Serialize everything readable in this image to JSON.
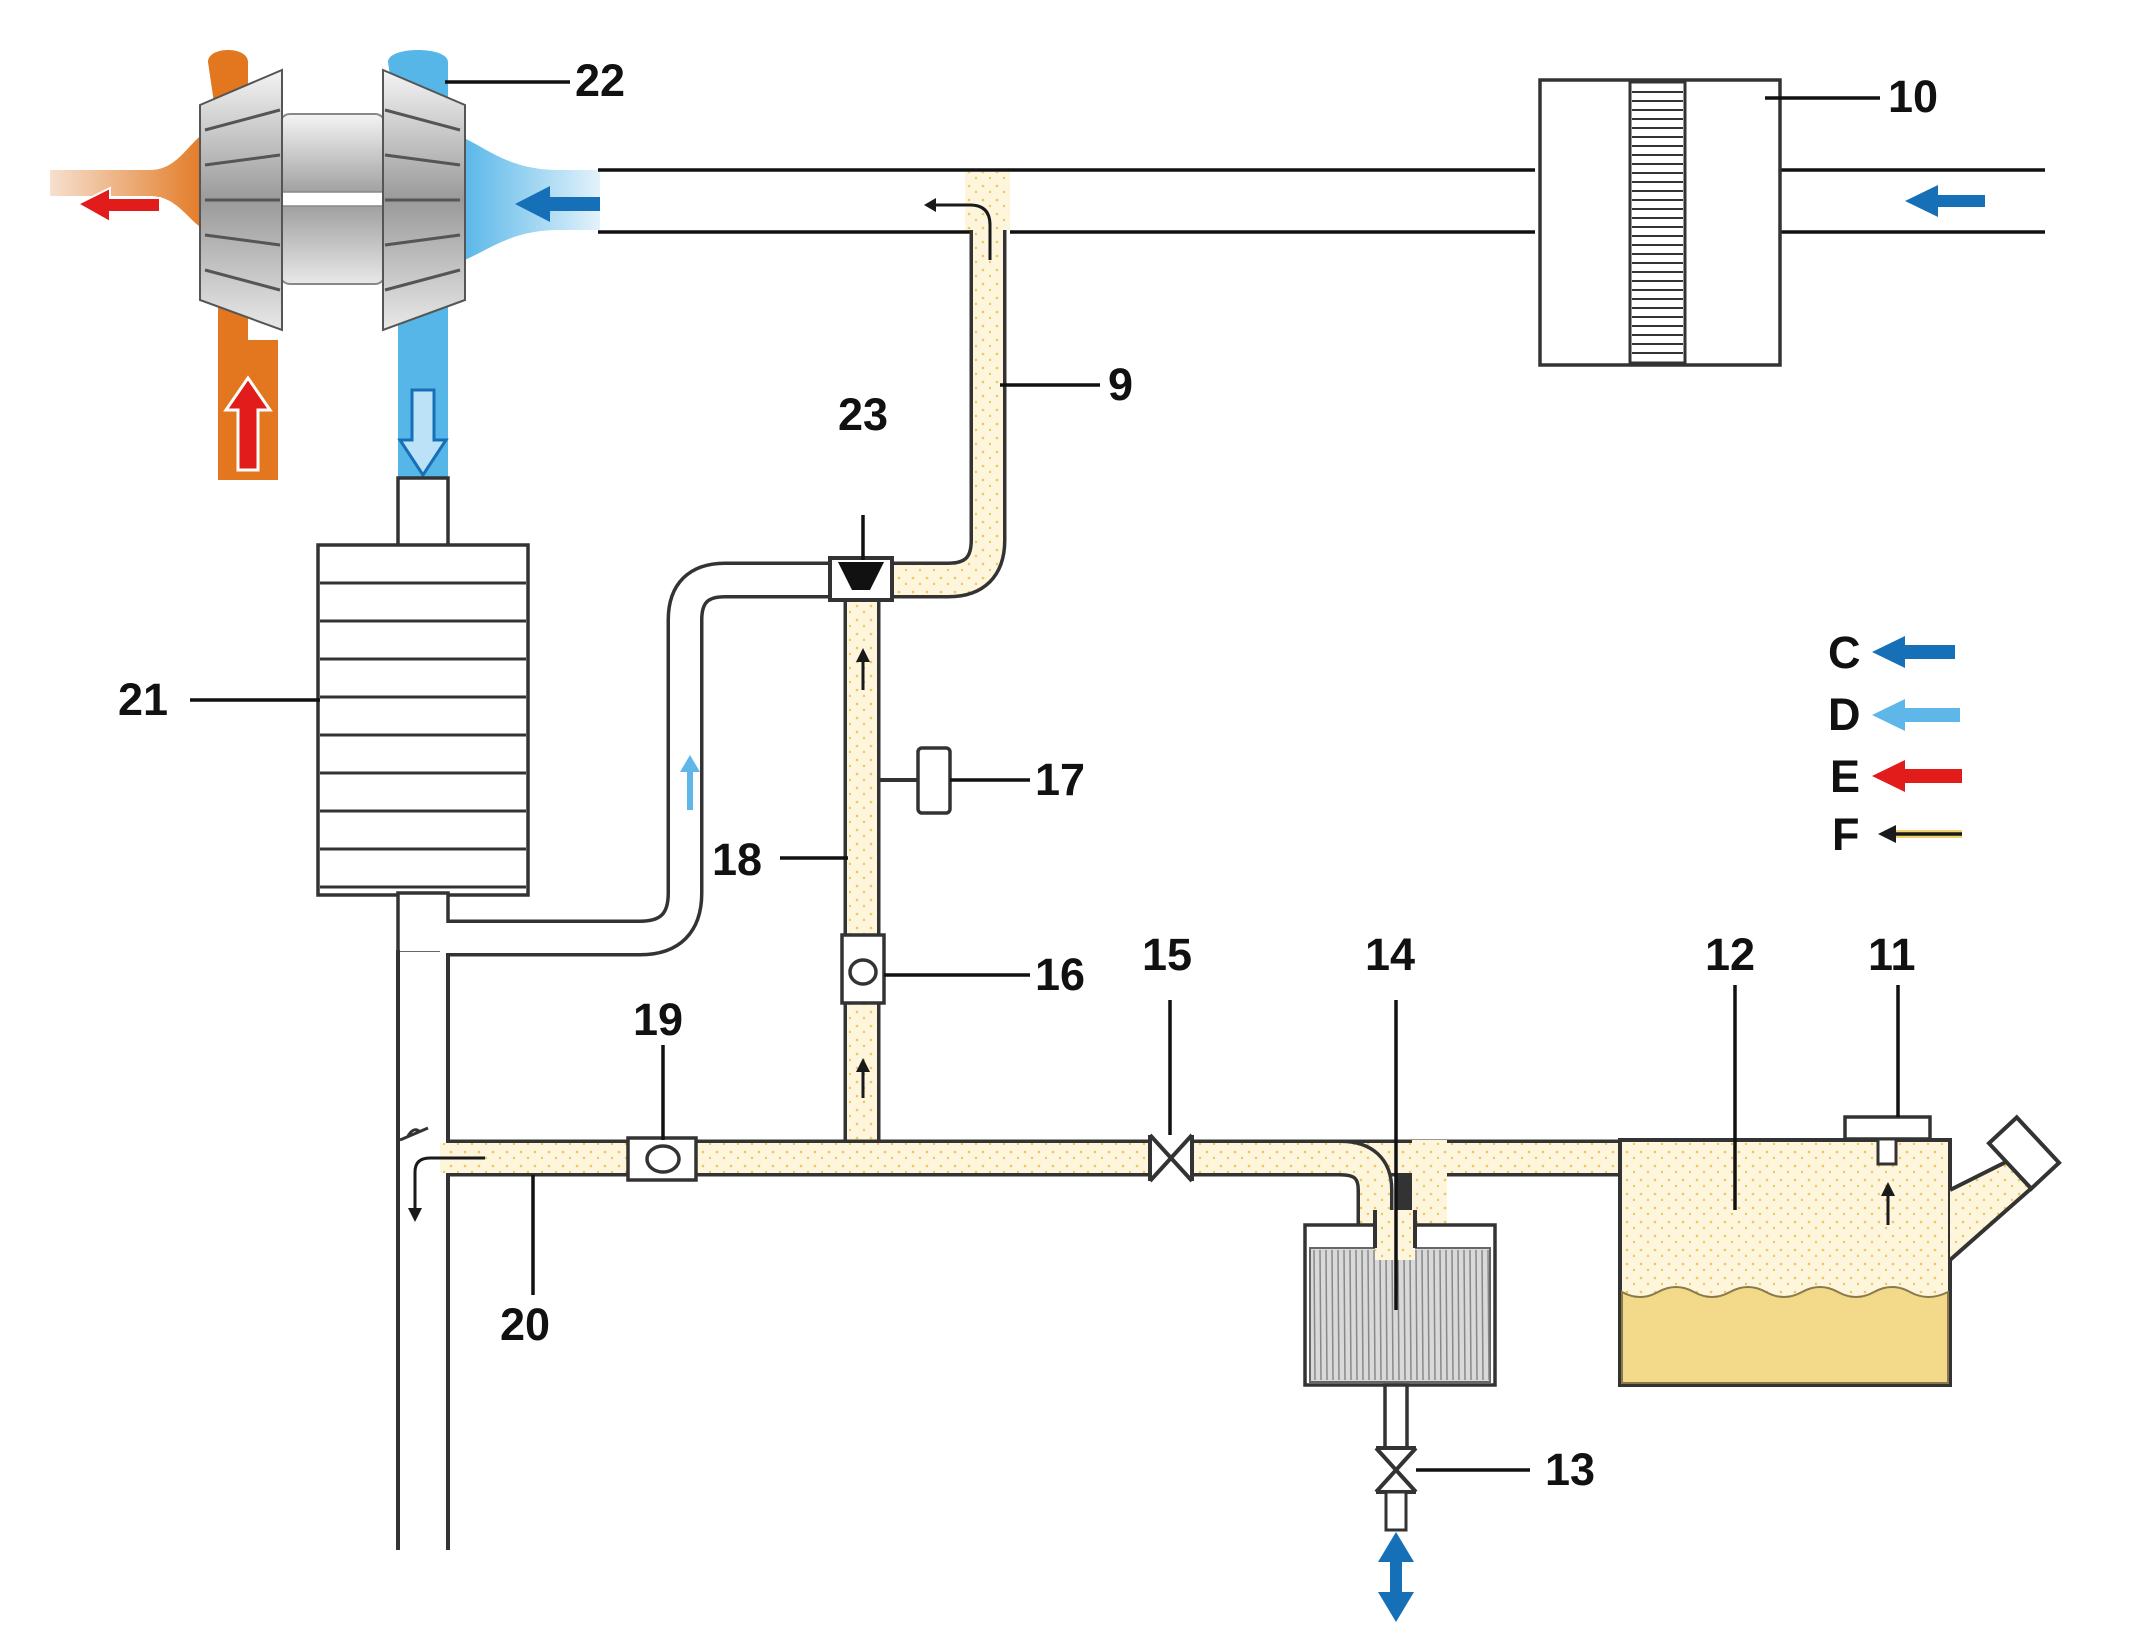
{
  "colors": {
    "compressed_air": "#1670b8",
    "intake_air": "#5fb6e8",
    "exhaust": "#e21b1b",
    "oil_vapor": "#1a1a1a",
    "oil_dots": "#f2d26a",
    "oil_fill": "#f7e6a8",
    "oil_liquid": "#f3d98a",
    "turbine_hot": "#e2771f",
    "compressor_cold": "#56b6e8",
    "pipe_outline": "#333333"
  },
  "labels": {
    "l9": "9",
    "l10": "10",
    "l11": "11",
    "l12": "12",
    "l13": "13",
    "l14": "14",
    "l15": "15",
    "l16": "16",
    "l17": "17",
    "l18": "18",
    "l19": "19",
    "l20": "20",
    "l21": "21",
    "l22": "22",
    "l23": "23"
  },
  "legend": [
    {
      "key": "C",
      "color": "#1670b8"
    },
    {
      "key": "D",
      "color": "#5fb6e8"
    },
    {
      "key": "E",
      "color": "#e21b1b"
    },
    {
      "key": "F",
      "color": "#1a1a1a"
    }
  ],
  "icons": {
    "oil_filler": "filler-neck-icon",
    "check_valve": "check-valve-icon",
    "shutoff_valve": "shutoff-valve-icon"
  }
}
